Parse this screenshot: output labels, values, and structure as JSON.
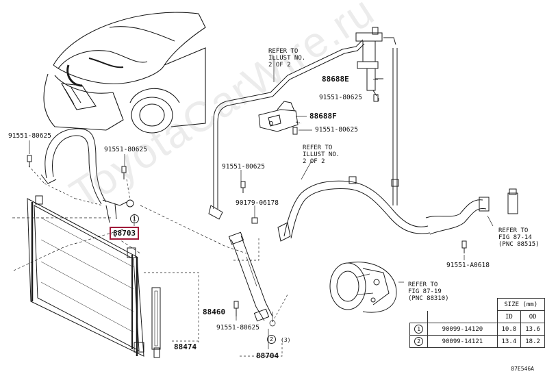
{
  "diagram": {
    "watermark": "ToyotaCarWire.ru",
    "figure_code": "87E546A",
    "highlighted_part": "88703",
    "parts": [
      {
        "id": "p1",
        "label": "91551-80625"
      },
      {
        "id": "p2",
        "label": "91551-80625"
      },
      {
        "id": "p3",
        "label": "88703"
      },
      {
        "id": "p4",
        "label": "88688E"
      },
      {
        "id": "p5",
        "label": "91551-80625"
      },
      {
        "id": "p6",
        "label": "88688F"
      },
      {
        "id": "p7",
        "label": "91551-80625"
      },
      {
        "id": "p8",
        "label": "91551-80625"
      },
      {
        "id": "p9",
        "label": "90179-06178"
      },
      {
        "id": "p10",
        "label": "91551-A0618"
      },
      {
        "id": "p11",
        "label": "88460"
      },
      {
        "id": "p12",
        "label": "88474"
      },
      {
        "id": "p13",
        "label": "91551-80625"
      },
      {
        "id": "p14",
        "label": "88704"
      }
    ],
    "callouts": {
      "one": "1",
      "two": "2",
      "three": "(3)"
    },
    "refs": [
      {
        "id": "r1",
        "text": "REFER TO\nILLUST NO.\n2 OF 2"
      },
      {
        "id": "r2",
        "text": "REFER TO\nILLUST NO.\n2 OF 2"
      },
      {
        "id": "r3",
        "text": "REFER TO\nFIG 87-14\n(PNC 88515)"
      },
      {
        "id": "r4",
        "text": "REFER TO\nFIG 87-19\n(PNC 88310)"
      }
    ],
    "size_table": {
      "title": "SIZE (mm)",
      "col_id": "ID",
      "col_od": "OD",
      "rows": [
        {
          "num": "1",
          "part": "90099-14120",
          "id": "10.8",
          "od": "13.6"
        },
        {
          "num": "2",
          "part": "90099-14121",
          "id": "13.4",
          "od": "18.2"
        }
      ]
    }
  }
}
